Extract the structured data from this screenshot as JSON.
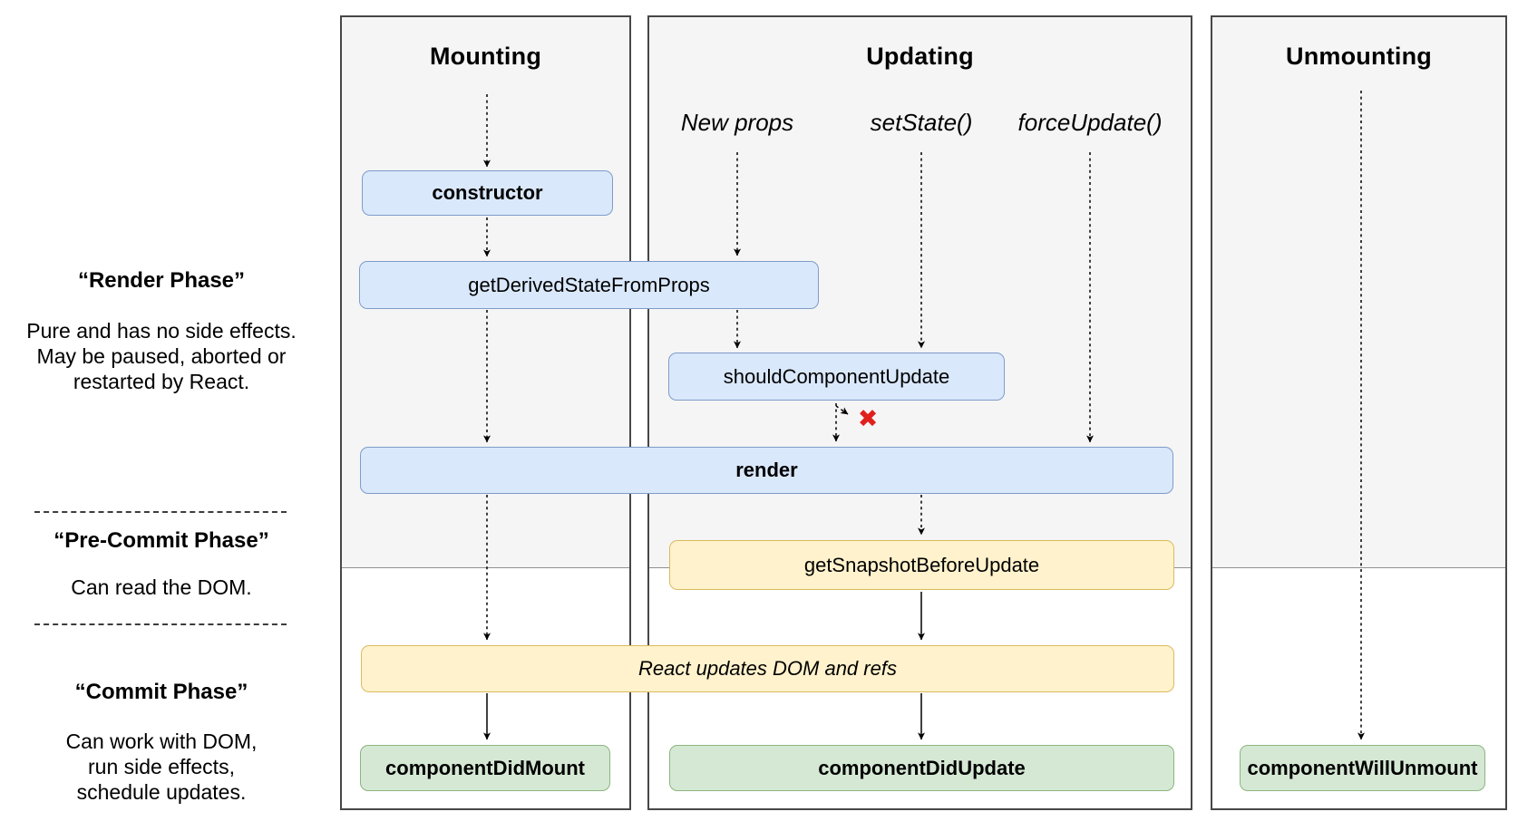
{
  "panels": {
    "mounting": {
      "title": "Mounting"
    },
    "updating": {
      "title": "Updating",
      "triggers": [
        "New props",
        "setState()",
        "forceUpdate()"
      ]
    },
    "unmounting": {
      "title": "Unmounting"
    }
  },
  "phase_labels": {
    "render": {
      "title": "“Render Phase”",
      "line1": "Pure and has no side effects.",
      "line2": "May be paused, aborted or",
      "line3": "restarted by React."
    },
    "pre_commit": {
      "title": "“Pre-Commit Phase”",
      "line1": "Can read the DOM."
    },
    "commit": {
      "title": "“Commit Phase”",
      "line1": "Can work with DOM,",
      "line2": "run side effects,",
      "line3": "schedule updates."
    }
  },
  "nodes": {
    "constructor": "constructor",
    "get_derived_state_from_props": "getDerivedStateFromProps",
    "should_component_update": "shouldComponentUpdate",
    "render": "render",
    "get_snapshot_before_update": "getSnapshotBeforeUpdate",
    "react_updates_dom": "React updates DOM and refs",
    "component_did_mount": "componentDidMount",
    "component_did_update": "componentDidUpdate",
    "component_will_unmount": "componentWillUnmount"
  },
  "icons": {
    "update_blocked_x": "✖"
  },
  "colors": {
    "node_blue_fill": "#dae8fc",
    "node_blue_border": "#7e9cc9",
    "node_yellow_fill": "#fff2cc",
    "node_yellow_border": "#d9bb5f",
    "node_green_fill": "#d5e8d4",
    "node_green_border": "#8cb57f",
    "panel_gray": "#f5f5f5",
    "blocked_x_red": "#e0201d",
    "arrow_black": "#000000"
  }
}
